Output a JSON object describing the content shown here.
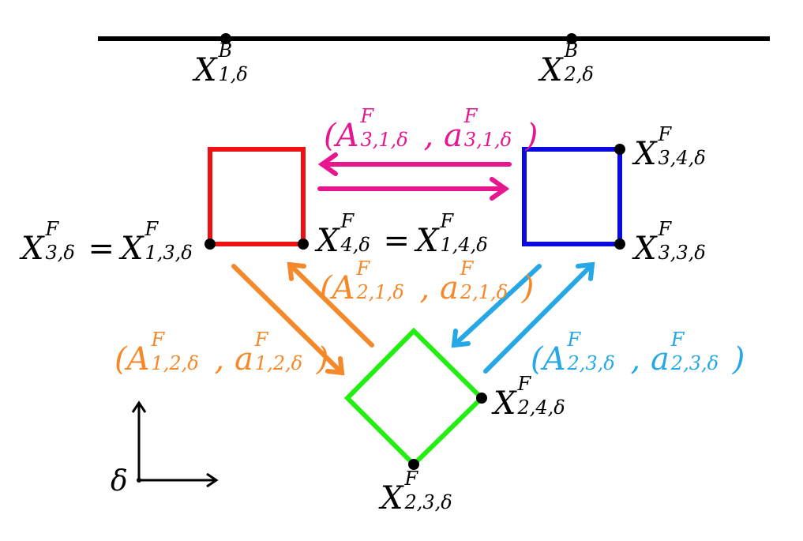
{
  "colors": {
    "line": "#000000",
    "red": "#ee1111",
    "blue": "#0a0adf",
    "green": "#22ee11",
    "magenta": "#e6168f",
    "orange": "#f5892a",
    "cyan": "#26a8e6"
  },
  "labels": {
    "xb1": {
      "base": "X",
      "sup": "B",
      "sub": "1,δ"
    },
    "xb2": {
      "base": "X",
      "sup": "B",
      "sub": "2,δ"
    },
    "x3_lhs": {
      "base": "X",
      "sup": "F",
      "sub": "3,δ"
    },
    "x13": {
      "base": "X",
      "sup": "F",
      "sub": "1,3,δ"
    },
    "x4_lhs": {
      "base": "X",
      "sup": "F",
      "sub": "4,δ"
    },
    "x14": {
      "base": "X",
      "sup": "F",
      "sub": "1,4,δ"
    },
    "x34": {
      "base": "X",
      "sup": "F",
      "sub": "3,4,δ"
    },
    "x33": {
      "base": "X",
      "sup": "F",
      "sub": "3,3,δ"
    },
    "x24": {
      "base": "X",
      "sup": "F",
      "sub": "2,4,δ"
    },
    "x23": {
      "base": "X",
      "sup": "F",
      "sub": "2,3,δ"
    },
    "eq": "=",
    "pair31": {
      "open": "(",
      "A": "A",
      "a": "a",
      "sup": "F",
      "sub": "3,1,δ",
      "comma": ", ",
      "close": ")"
    },
    "pair21": {
      "open": "(",
      "A": "A",
      "a": "a",
      "sup": "F",
      "sub": "2,1,δ",
      "comma": ", ",
      "close": ")"
    },
    "pair12": {
      "open": "(",
      "A": "A",
      "a": "a",
      "sup": "F",
      "sub": "1,2,δ",
      "comma": ", ",
      "close": ")"
    },
    "pair23": {
      "open": "(",
      "A": "A",
      "a": "a",
      "sup": "F",
      "sub": "2,3,δ",
      "comma": ", ",
      "close": ")"
    },
    "delta": "δ"
  }
}
